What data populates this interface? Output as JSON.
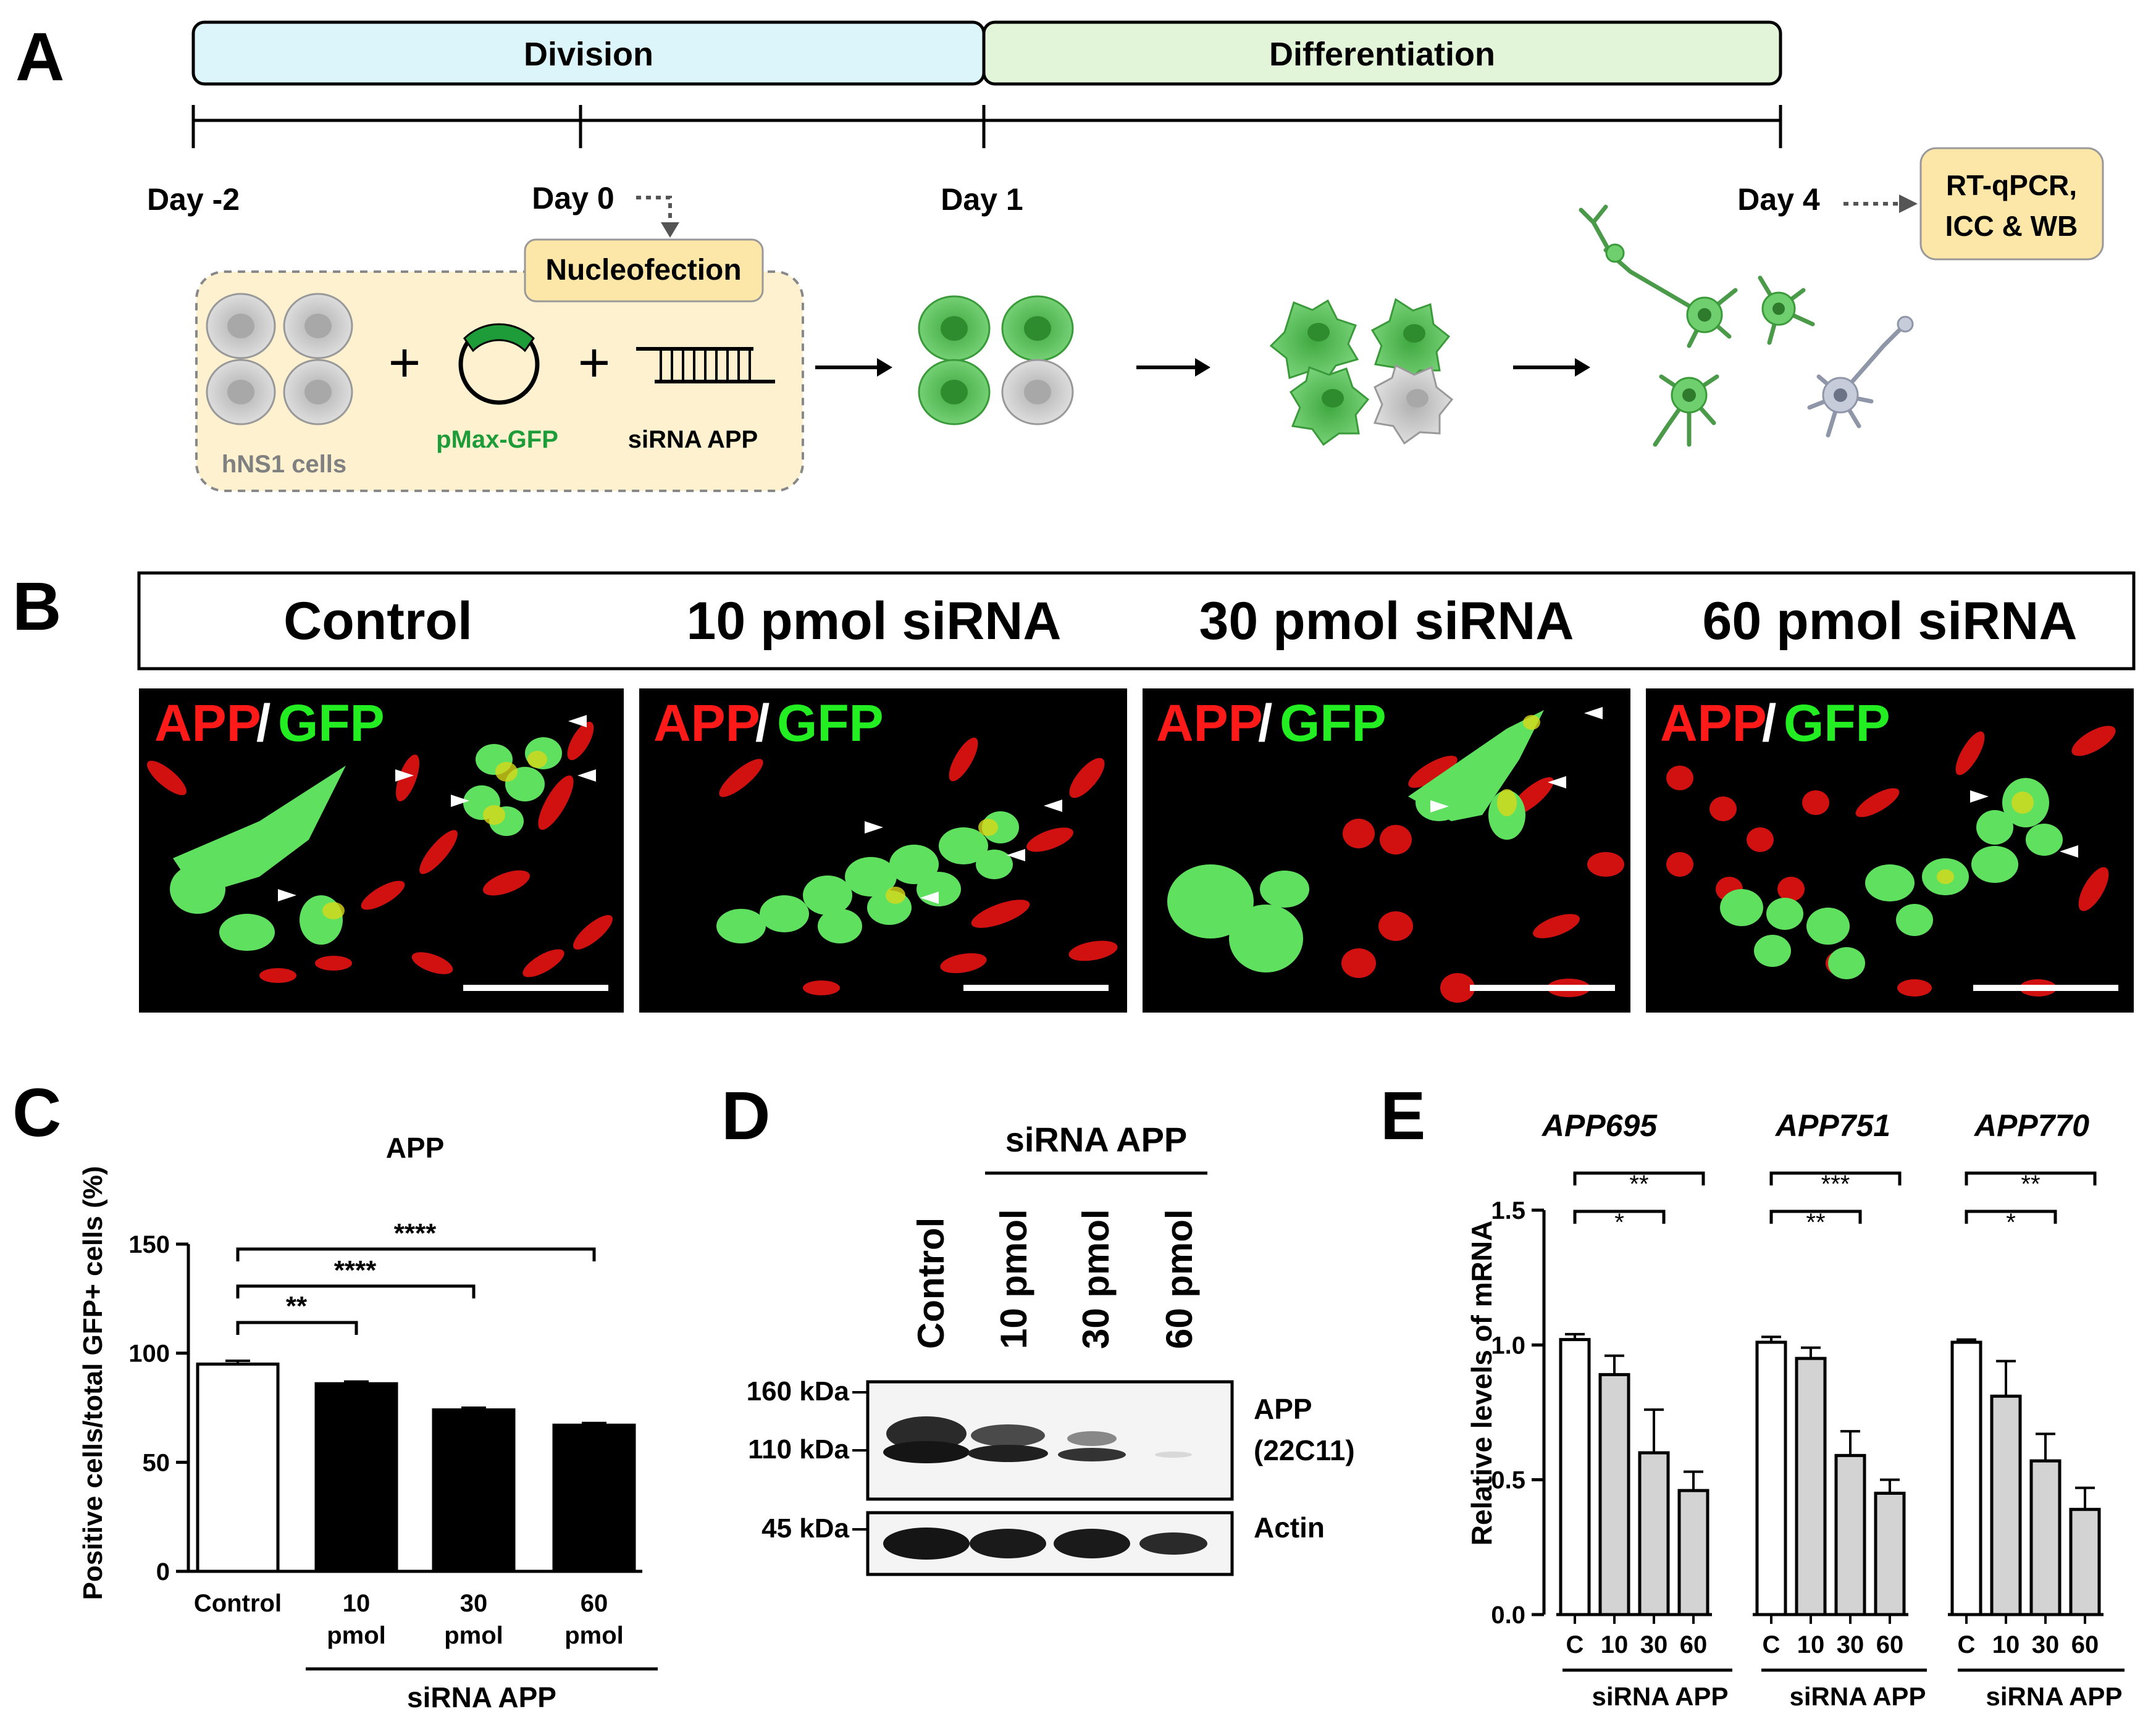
{
  "panels": {
    "A": "A",
    "B": "B",
    "C": "C",
    "D": "D",
    "E": "E"
  },
  "timeline": {
    "phase1": "Division",
    "phase2": "Differentiation",
    "days": [
      "Day -2",
      "Day 0",
      "Day 1",
      "Day 4"
    ],
    "nucleofection": "Nucleofection",
    "plus": "+",
    "cells_label": "hNS1 cells",
    "plasmid_label": "pMax-GFP",
    "sirna_label": "siRNA APP",
    "readout": [
      "RT-qPCR,",
      "ICC & WB"
    ],
    "colors": {
      "division": "#dcf5fa",
      "differentiation": "#e3f5d9",
      "nucleo_box": "#fce7a8",
      "gfp": "#5cc85c",
      "plasmid_green": "#1e9c3a"
    }
  },
  "panel_b": {
    "conditions": [
      "Control",
      "10 pmol siRNA",
      "30 pmol siRNA",
      "60 pmol siRNA"
    ],
    "stain_app": "APP",
    "stain_sep": "/",
    "stain_gfp": "GFP"
  },
  "panel_c": {
    "title": "APP",
    "ylabel": "Positive cells/total GFP+ cells (%)",
    "sig": [
      "**",
      "****",
      "****"
    ],
    "group_label": "siRNA APP",
    "cat_lines": [
      [
        "Control"
      ],
      [
        "10",
        "pmol"
      ],
      [
        "30",
        "pmol"
      ],
      [
        "60",
        "pmol"
      ]
    ]
  },
  "panel_d": {
    "group_label": "siRNA APP",
    "lanes": [
      "Control",
      "10 pmol",
      "30 pmol",
      "60 pmol"
    ],
    "markers": [
      "160 kDa",
      "110 kDa",
      "45 kDa"
    ],
    "bands": [
      "APP",
      "(22C11)",
      "Actin"
    ]
  },
  "panel_e": {
    "ylabel": "Relative levels of mRNA",
    "group_label": "siRNA APP",
    "group_titles": [
      "APP695",
      "APP751",
      "APP770"
    ],
    "sig": [
      [
        "*",
        "**"
      ],
      [
        "**",
        "***"
      ],
      [
        "*",
        "**"
      ]
    ]
  },
  "chart_data": [
    {
      "type": "bar",
      "title": "APP",
      "ylabel": "Positive cells/total GFP+ cells (%)",
      "categories": [
        "Control",
        "10 pmol",
        "30 pmol",
        "60 pmol"
      ],
      "values": [
        95,
        86,
        74,
        67
      ],
      "errors": [
        1.5,
        1,
        1,
        1
      ],
      "ylim": [
        0,
        150
      ],
      "yticks": [
        0,
        50,
        100,
        150
      ],
      "colors": [
        "#ffffff",
        "#000000",
        "#000000",
        "#000000"
      ]
    },
    {
      "type": "bar",
      "ylabel": "Relative levels of mRNA",
      "categories": [
        "C",
        "10",
        "30",
        "60"
      ],
      "ylim": [
        0,
        1.5
      ],
      "yticks": [
        0.0,
        0.5,
        1.0,
        1.5
      ],
      "series": [
        {
          "name": "APP695",
          "values": [
            1.02,
            0.89,
            0.6,
            0.46
          ],
          "errors": [
            0.02,
            0.07,
            0.16,
            0.07
          ]
        },
        {
          "name": "APP751",
          "values": [
            1.01,
            0.95,
            0.59,
            0.45
          ],
          "errors": [
            0.02,
            0.04,
            0.09,
            0.05
          ]
        },
        {
          "name": "APP770",
          "values": [
            1.01,
            0.81,
            0.57,
            0.39
          ],
          "errors": [
            0.01,
            0.13,
            0.1,
            0.08
          ]
        }
      ],
      "colors": [
        "#ffffff",
        "#d3d3d3",
        "#d3d3d3",
        "#d3d3d3"
      ]
    }
  ]
}
